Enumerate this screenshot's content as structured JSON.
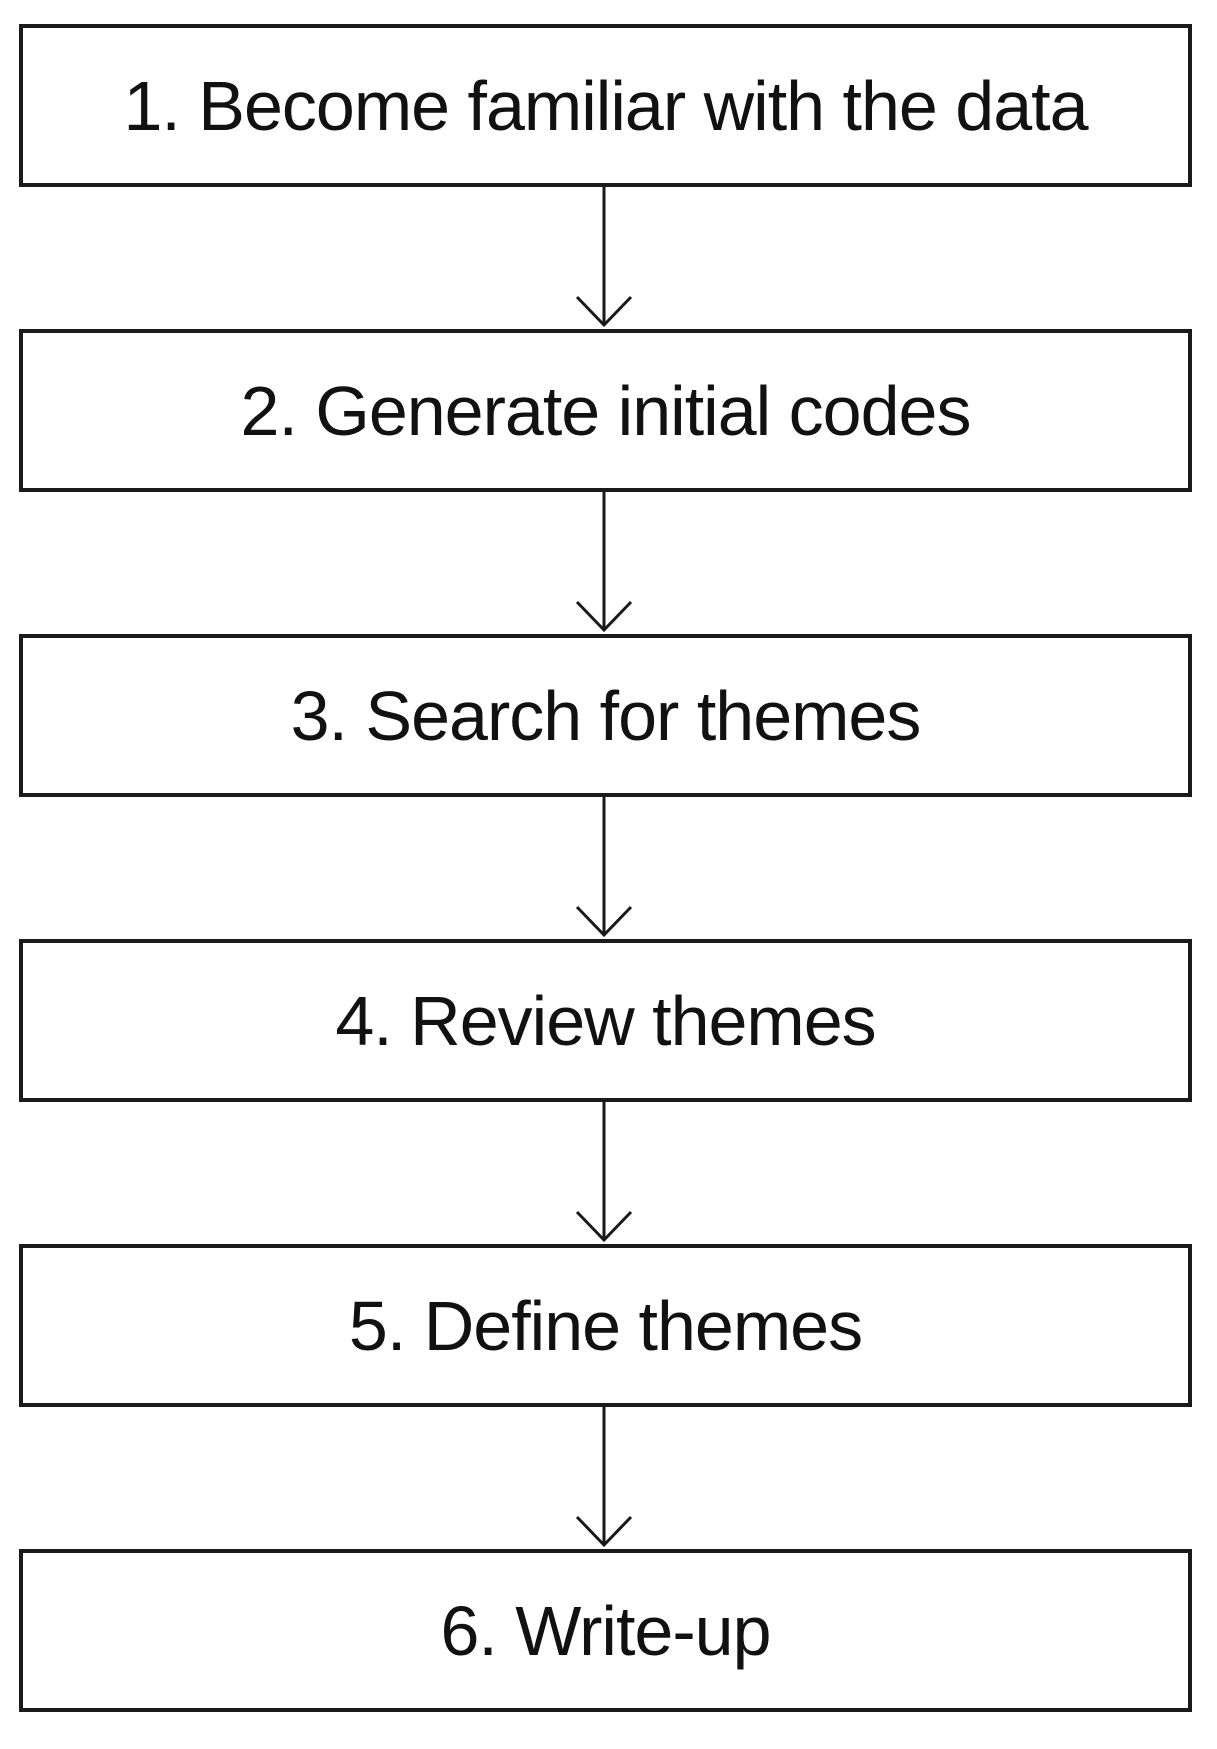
{
  "steps": [
    {
      "label": "1. Become familiar with the data"
    },
    {
      "label": "2. Generate initial codes"
    },
    {
      "label": "3. Search for themes"
    },
    {
      "label": "4. Review themes"
    },
    {
      "label": "5. Define themes"
    },
    {
      "label": "6. Write-up"
    }
  ],
  "colors": {
    "border": "#1a1a1a",
    "text": "#111111",
    "background": "#ffffff"
  }
}
